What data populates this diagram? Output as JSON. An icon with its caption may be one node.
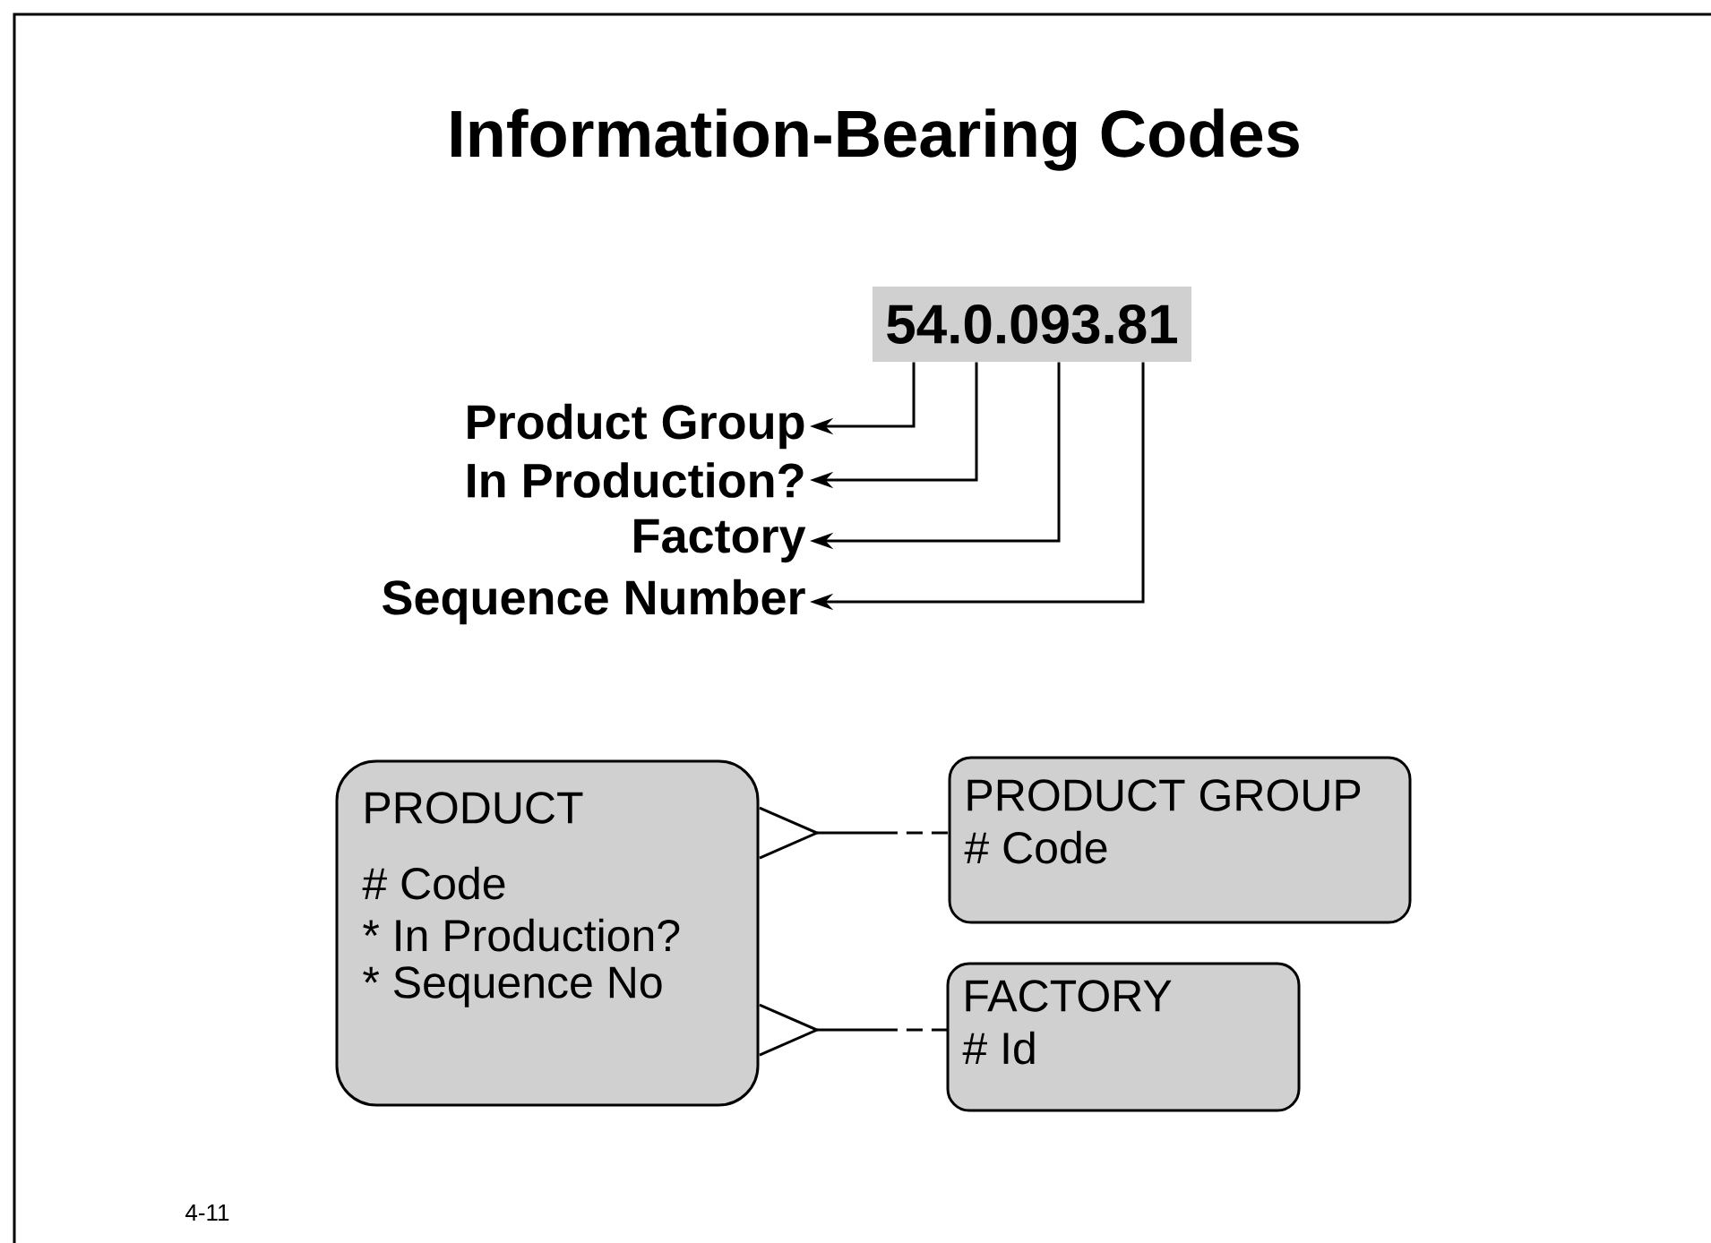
{
  "diagram": {
    "title": "Information-Bearing Codes",
    "nodes": [
      {
        "text": [
          "54.0.093.81"
        ]
      },
      {
        "text": [
          "Product Group"
        ]
      },
      {
        "text": [
          "In Production?"
        ]
      },
      {
        "text": [
          "Factory"
        ]
      },
      {
        "text": [
          "Sequence Number"
        ]
      },
      {
        "text": [
          "PRODUCT",
          "# Code",
          "* In Production?",
          "* Sequence No"
        ]
      },
      {
        "text": [
          "PRODUCT GROUP",
          "# Code"
        ]
      },
      {
        "text": [
          "FACTORY",
          "# Id"
        ]
      }
    ],
    "edges": [
      {
        "from": 0,
        "to": 1,
        "arrow": "to"
      },
      {
        "from": 0,
        "to": 2,
        "arrow": "to"
      },
      {
        "from": 0,
        "to": 3,
        "arrow": "to"
      },
      {
        "from": 0,
        "to": 4,
        "arrow": "to"
      },
      {
        "from": 5,
        "to": 6,
        "arrow": "other",
        "style": "dashed"
      },
      {
        "from": 5,
        "to": 7,
        "arrow": "other",
        "style": "dashed"
      }
    ],
    "labels": [
      "4-11"
    ]
  }
}
